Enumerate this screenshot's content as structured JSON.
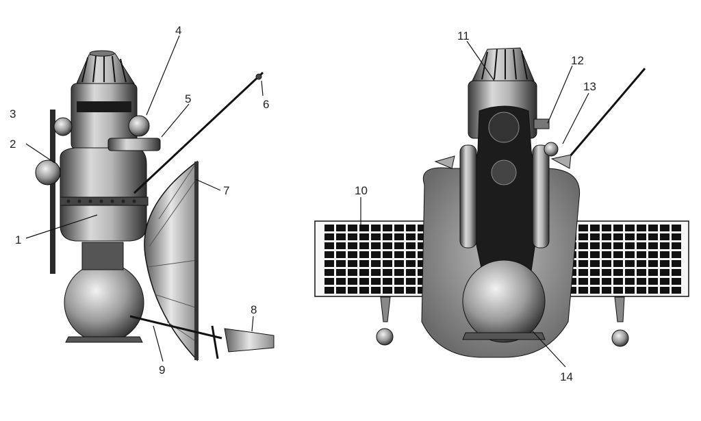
{
  "callouts": [
    {
      "id": "1",
      "text": "1"
    },
    {
      "id": "2",
      "text": "2"
    },
    {
      "id": "3",
      "text": "3"
    },
    {
      "id": "4",
      "text": "4"
    },
    {
      "id": "5",
      "text": "5"
    },
    {
      "id": "6",
      "text": "6"
    },
    {
      "id": "7",
      "text": "7"
    },
    {
      "id": "8",
      "text": "8"
    },
    {
      "id": "9",
      "text": "9"
    },
    {
      "id": "10",
      "text": "10"
    },
    {
      "id": "11",
      "text": "11"
    },
    {
      "id": "12",
      "text": "12"
    },
    {
      "id": "13",
      "text": "13"
    },
    {
      "id": "14",
      "text": "14"
    }
  ],
  "colors": {
    "ink": "#1a1a1a",
    "metal_light": "#d9d9d9",
    "metal_mid": "#9a9a9a",
    "metal_dark": "#3a3a3a",
    "panel_cell": "#111111",
    "paper": "#ffffff"
  }
}
